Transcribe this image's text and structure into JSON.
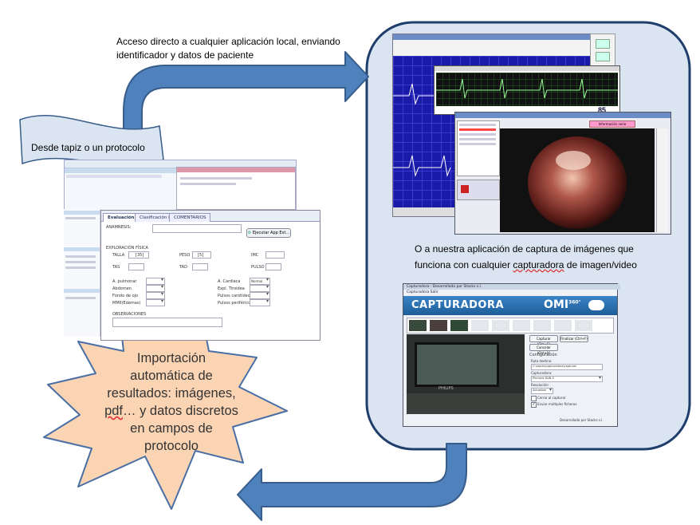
{
  "captions": {
    "top": [
      "Acceso directo a cualquier aplicación  local,  enviando",
      "identificador y datos de paciente"
    ],
    "flag": "Desde tapiz o un protocolo",
    "middle": [
      "O a nuestra aplicación  de captura de imágenes que",
      "funciona con cualquier ",
      "capturadora",
      " de imagen/video"
    ],
    "star": [
      "Importación",
      "automática de",
      "resultados: imágenes,",
      "pdf",
      "… y datos discretos",
      "en campos de",
      "protocolo"
    ]
  },
  "protocol_form": {
    "tabs": [
      "Evaluación HTA",
      "Clasificación HTA",
      "COMENTARIOS"
    ],
    "anamnesis_label": "ANAMNESIS:",
    "exec_button": "Ejecutar App Ext...",
    "exploracion_label": "EXPLORACIÓN FÍSICA",
    "talla": "TALLA",
    "talla_value": "[35]",
    "peso": "PESO",
    "peso_value": "[5]",
    "imc": "IMC",
    "tas": "TAS",
    "tad": "TAD",
    "pulso": "PULSO",
    "a_pulmonar": "A. pulmonar",
    "abdomen": "Abdomen",
    "fondo_ojo": "Fondo de ojo",
    "mmii": "MMII(Edemas)",
    "a_cardiaca": "A. Cardiaca",
    "exp_tiroidea": "Expl. Tiroidea",
    "pulsos_carotideos": "Pulsos carotídeos",
    "pulsos_perifericos": "Pulsos periféricos",
    "a_cardiaca_value": "Normal",
    "observaciones": "OBSERVACIONES"
  },
  "capture_app": {
    "window_title": "Capturadora - Desarrollado por Stacks s.l.",
    "menu": "Capturadora   Salir",
    "banner_title": "CAPTURADORA",
    "brand": "OMI",
    "brand_sup": "360°",
    "buttons": [
      "Capturar (Ctrl+C)",
      "Finalizar (Ctrl+F)",
      "Cancelar (Ctrl+X)"
    ],
    "config_label": "Configuración",
    "ruta_label": "Ruta destino:",
    "ruta_value": "C:\\stacks\\capturadora\\capturas",
    "capturadora_label": "Capturadora:",
    "capturadora_value": "Pinnacle DVB-S",
    "resolucion_label": "Resolución:",
    "resolucion_value": "Actualizar",
    "cerrar_label": "Cerrar al capturar",
    "enviar_label": "Enviar múltiples ficheros",
    "footer": "Desarrollado por Stacks s.l.",
    "monitor_brand": "PHILIPS"
  },
  "ecg_app": {
    "value_85": "85",
    "video_button": "Información serie"
  },
  "colors": {
    "arrow_fill": "#4f81bd",
    "arrow_stroke": "#385d8a",
    "panel_fill": "#dbe5f1",
    "panel_stroke": "#1f3e6b",
    "star_fill": "#fbd4b4",
    "star_stroke": "#4a6fa5",
    "flag_fill": "#dbe5f1",
    "ecg_blue": "#1a1aa8",
    "capture_banner": "#2a6fb0"
  }
}
